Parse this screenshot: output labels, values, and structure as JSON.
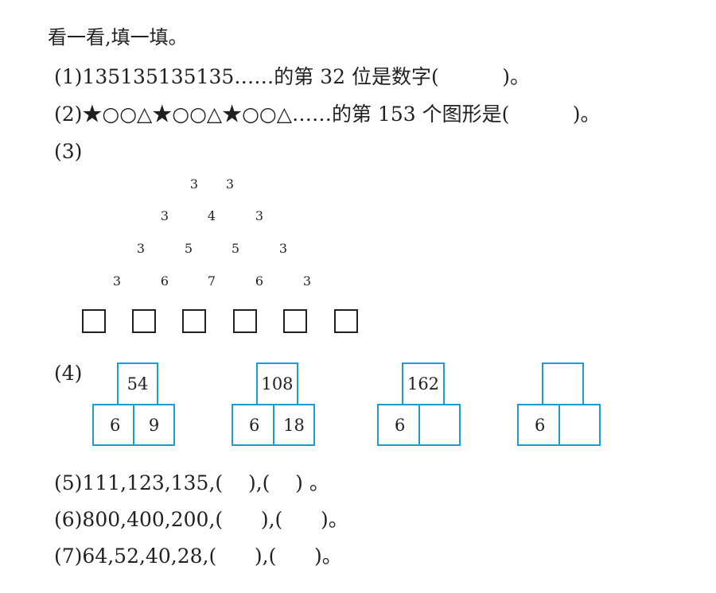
{
  "title": "看一看,填一填。",
  "q1": "(1)135135135135……的第 32 位是数字(          )。",
  "q2": "(2)★○○△★○○△★○○△……的第 153 个图形是(          )。",
  "q3_label": "(3)",
  "triangle": {
    "rows": [
      [
        "3",
        "3"
      ],
      [
        "3",
        "4",
        "3"
      ],
      [
        "3",
        "5",
        "5",
        "3"
      ],
      [
        "3",
        "6",
        "7",
        "6",
        "3"
      ]
    ],
    "blank_boxes": 6
  },
  "q4_label": "(4)",
  "diagrams": [
    {
      "top": "54",
      "left": "6",
      "right": "9"
    },
    {
      "top": "108",
      "left": "6",
      "right": "18"
    },
    {
      "top": "162",
      "left": "6",
      "right": ""
    },
    {
      "top": "",
      "left": "6",
      "right": ""
    }
  ],
  "q5": "(5)111,123,135,(    ),(    ) 。",
  "q6": "(6)800,400,200,(      ),(      )。",
  "q7": "(7)64,52,40,28,(      ),(      )。",
  "colors": {
    "text": "#231f20",
    "diagram_border": "#1d9bd7"
  }
}
